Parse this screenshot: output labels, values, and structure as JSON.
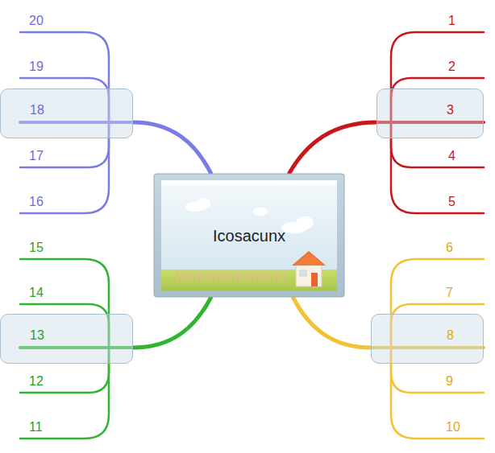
{
  "diagram": {
    "nodes": [
      {
        "text": [
          "Icosacunx"
        ]
      },
      {
        "text": [
          "3"
        ]
      },
      {
        "text": [
          "8"
        ]
      },
      {
        "text": [
          "13"
        ]
      },
      {
        "text": [
          "18"
        ]
      }
    ],
    "edges": [
      {
        "from": 0,
        "to": 1,
        "arrow": "none"
      },
      {
        "from": 0,
        "to": 2,
        "arrow": "none"
      },
      {
        "from": 0,
        "to": 3,
        "arrow": "none"
      },
      {
        "from": 0,
        "to": 4,
        "arrow": "none"
      }
    ],
    "labels": [
      "1",
      "2",
      "4",
      "5",
      "6",
      "7",
      "9",
      "10",
      "11",
      "12",
      "14",
      "15",
      "16",
      "17",
      "19",
      "20"
    ]
  }
}
